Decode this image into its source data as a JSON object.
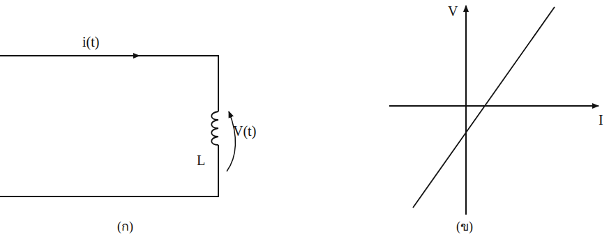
{
  "diagram": {
    "labels": [
      "i(t)",
      "L",
      "V(t)",
      "V",
      "I",
      "(ก)",
      "(ข)"
    ]
  }
}
